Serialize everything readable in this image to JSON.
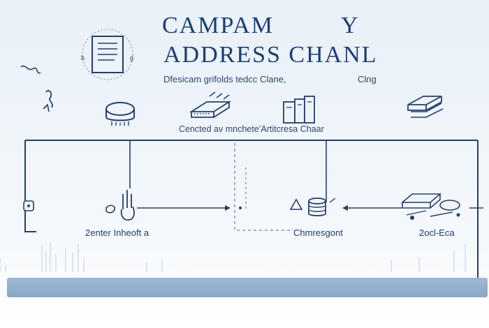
{
  "title": {
    "line1": "CAMPAM",
    "line1_suffix": "Y",
    "line2": "ADDRESS CHA",
    "line2_tail": "NL"
  },
  "subtitle": "Dfesicam grifolds tedcc Clane,",
  "subtitle_right": "Clng",
  "flow_caption": "Cencted av mnchete’Artitcresa Chaar",
  "nodes": [
    {
      "label": "2enter Inheoft",
      "suffix": "a"
    },
    {
      "label": "Chmresgont"
    },
    {
      "label": "2ocl-Eca"
    }
  ],
  "colors": {
    "ink": "#1d3d72",
    "line": "#243f6b",
    "band": "#8aa7c8"
  },
  "icons": [
    "document-icon",
    "scribble-icon",
    "hard-drive-icon",
    "router-icon",
    "server-books-icon",
    "device-stack-icon",
    "hand-pointer-icon",
    "database-icon",
    "network-cluster-icon"
  ]
}
